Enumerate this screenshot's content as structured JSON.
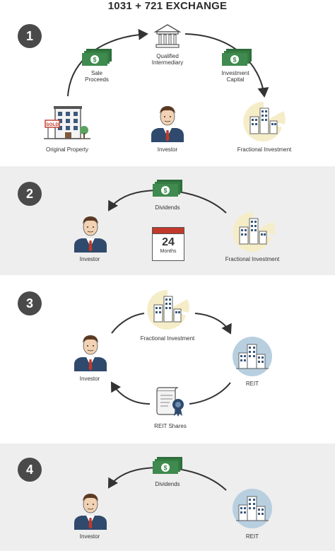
{
  "title": "1031 + 721 EXCHANGE",
  "colors": {
    "step_badge": "#4a4a4a",
    "panel_gray": "#eeeeee",
    "money_green": "#3f8a4e",
    "suit_navy": "#2f4a6d",
    "tie_red": "#c0392b",
    "fractional_bg": "#f5edc8",
    "reit_bg": "#b8cfe0",
    "calendar_red": "#c0392b",
    "arrow": "#333333"
  },
  "steps": [
    {
      "number": "1",
      "labels": {
        "original_property": "Original Property",
        "investor": "Investor",
        "fractional": "Fractional Investment",
        "qualified_intermediary": [
          "Qualified",
          "Intermediary"
        ],
        "sale_proceeds": [
          "Sale",
          "Proceeds"
        ],
        "investment_capital": [
          "Investment",
          "Capital"
        ],
        "sold_sign": "SOLD"
      }
    },
    {
      "number": "2",
      "labels": {
        "investor": "Investor",
        "fractional": "Fractional Investment",
        "dividends": "Dividends",
        "calendar_number": "24",
        "calendar_unit": "Months"
      }
    },
    {
      "number": "3",
      "labels": {
        "investor": "Investor",
        "fractional": "Fractional Investment",
        "reit": "REIT",
        "reit_shares": "REIT Shares"
      }
    },
    {
      "number": "4",
      "labels": {
        "investor": "Investor",
        "dividends": "Dividends",
        "reit": "REIT"
      }
    }
  ],
  "icons": {
    "money": "money-stack-icon",
    "bank": "bank-building-icon",
    "investor": "investor-avatar-icon",
    "property": "property-building-icon",
    "fractional": "fractional-buildings-icon",
    "reit": "reit-buildings-icon",
    "calendar": "calendar-icon",
    "certificate": "certificate-icon"
  }
}
